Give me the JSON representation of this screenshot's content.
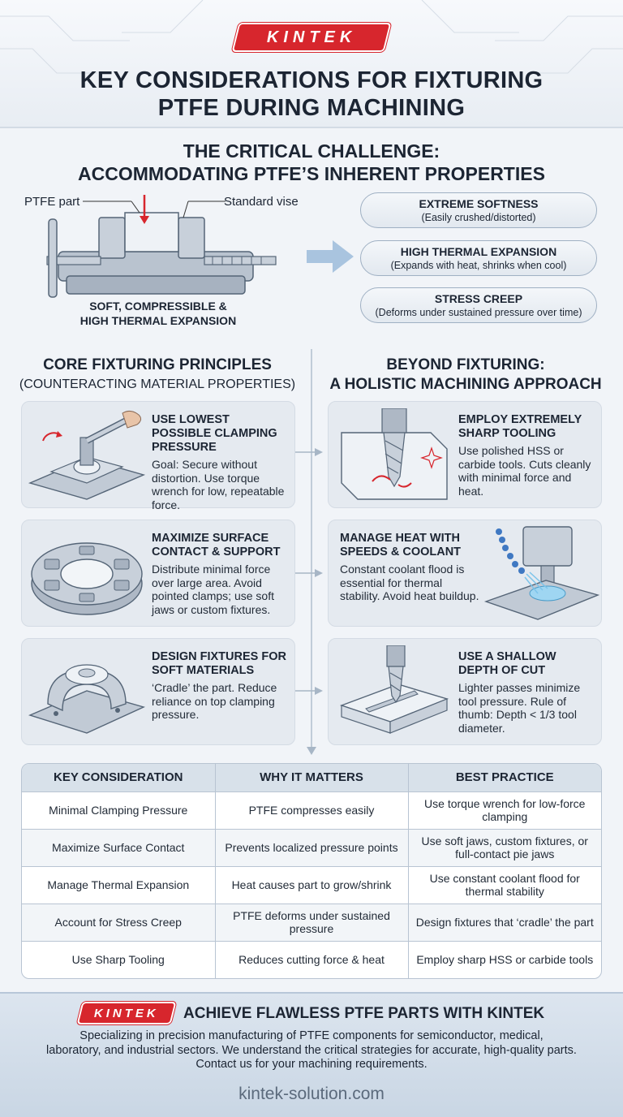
{
  "brand": {
    "logo": "KINTEK",
    "color": "#d7262d"
  },
  "header": {
    "title_line1": "KEY CONSIDERATIONS FOR FIXTURING",
    "title_line2": "PTFE DURING MACHINING"
  },
  "challenge": {
    "title_line1": "THE CRITICAL CHALLENGE:",
    "title_line2": "ACCOMMODATING PTFE’S INHERENT PROPERTIES",
    "label_part": "PTFE part",
    "label_vise": "Standard vise",
    "caption_line1": "SOFT, COMPRESSIBLE &",
    "caption_line2": "HIGH THERMAL EXPANSION",
    "properties": [
      {
        "title": "EXTREME SOFTNESS",
        "desc": "(Easily crushed/distorted)"
      },
      {
        "title": "HIGH THERMAL EXPANSION",
        "desc": "(Expands with heat, shrinks when cool)"
      },
      {
        "title": "STRESS CREEP",
        "desc": "(Deforms under sustained pressure over time)"
      }
    ]
  },
  "principles": {
    "title": "CORE FIXTURING PRINCIPLES",
    "subtitle": "(COUNTERACTING MATERIAL PROPERTIES)",
    "items": [
      {
        "title": "USE LOWEST POSSIBLE CLAMPING PRESSURE",
        "desc": "Goal: Secure without distortion. Use torque wrench for low, repeatable force.",
        "icon": "torque-wrench-icon"
      },
      {
        "title": "MAXIMIZE SURFACE CONTACT & SUPPORT",
        "desc": "Distribute minimal force over large area. Avoid pointed clamps; use soft jaws or custom fixtures.",
        "icon": "pie-jaw-chuck-icon"
      },
      {
        "title": "DESIGN FIXTURES FOR SOFT MATERIALS",
        "desc": "‘Cradle’ the part. Reduce reliance on top clamping pressure.",
        "icon": "cradle-fixture-icon"
      }
    ]
  },
  "beyond": {
    "title_line1": "BEYOND FIXTURING:",
    "title_line2": "A HOLISTIC MACHINING APPROACH",
    "items": [
      {
        "title": "EMPLOY EXTREMELY SHARP TOOLING",
        "desc": "Use polished HSS or carbide tools. Cuts cleanly with minimal force and heat.",
        "icon": "end-mill-icon"
      },
      {
        "title": "MANAGE HEAT WITH SPEEDS & COOLANT",
        "desc": "Constant coolant flood is essential for thermal stability. Avoid heat buildup.",
        "icon": "coolant-spindle-icon"
      },
      {
        "title": "USE A SHALLOW DEPTH OF CUT",
        "desc": "Lighter passes minimize tool pressure. Rule of thumb: Depth < 1/3 tool diameter.",
        "icon": "shallow-cut-icon"
      }
    ]
  },
  "table": {
    "headers": [
      "KEY CONSIDERATION",
      "WHY IT MATTERS",
      "BEST PRACTICE"
    ],
    "rows": [
      [
        "Minimal Clamping Pressure",
        "PTFE compresses easily",
        "Use torque wrench for low-force clamping"
      ],
      [
        "Maximize Surface Contact",
        "Prevents localized pressure points",
        "Use soft jaws, custom fixtures, or full-contact pie jaws"
      ],
      [
        "Manage Thermal Expansion",
        "Heat causes part to grow/shrink",
        "Use constant coolant flood for thermal stability"
      ],
      [
        "Account for Stress Creep",
        "PTFE deforms under sustained pressure",
        "Design fixtures that ‘cradle’ the part"
      ],
      [
        "Use Sharp Tooling",
        "Reduces cutting force & heat",
        "Employ sharp HSS or carbide tools"
      ]
    ]
  },
  "footer": {
    "cta": "ACHIEVE FLAWLESS PTFE PARTS WITH KINTEK",
    "desc_line1": "Specializing in precision manufacturing of PTFE components for semiconductor, medical,",
    "desc_line2": "laboratory, and industrial sectors. We understand the critical strategies for accurate, high-quality parts.",
    "desc_line3": "Contact us for your machining requirements.",
    "url": "kintek-solution.com"
  }
}
